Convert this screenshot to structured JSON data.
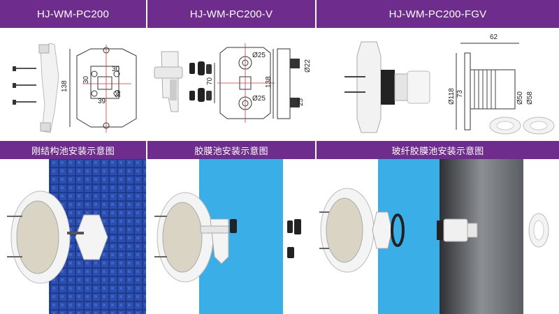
{
  "models": [
    {
      "title": "HJ-WM-PC200",
      "dims": {
        "height": "138",
        "a": "30",
        "b": "30",
        "c": "39",
        "d": "39"
      }
    },
    {
      "title": "HJ-WM-PC200-V",
      "dims": {
        "height": "70",
        "height2": "138",
        "dia1": "Ø25",
        "dia2": "Ø25",
        "dia3": "Ø22",
        "len": "25"
      }
    },
    {
      "title": "HJ-WM-PC200-FGV",
      "dims": {
        "width": "62",
        "d118": "Ø118",
        "h73": "73",
        "d50": "Ø50",
        "d58": "Ø58"
      }
    }
  ],
  "installs": [
    {
      "title": "刚结构池安装示意图"
    },
    {
      "title": "胶膜池安装示意图"
    },
    {
      "title": "玻纤胶膜池安装示意图"
    }
  ],
  "colors": {
    "header": "#6e2c8c",
    "tile": "#1f3a8a",
    "pool_blue": "#3aaee6",
    "wall_gray": "#6b6e73"
  }
}
